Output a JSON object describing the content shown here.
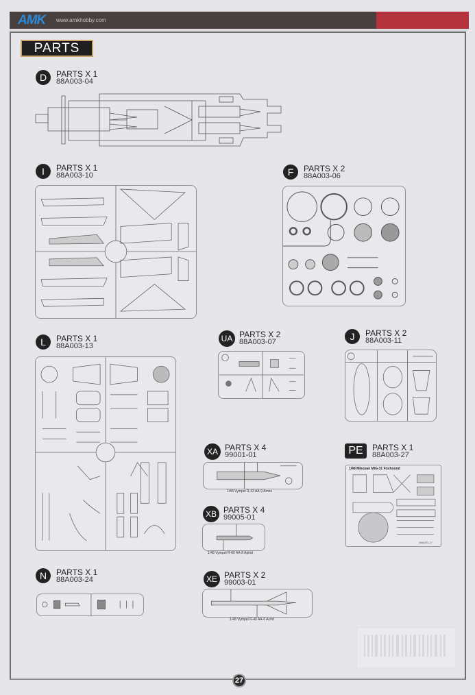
{
  "header": {
    "logo": "AMK",
    "url": "www.amkhobby.com",
    "colors": {
      "bar": "#47403f",
      "accent": "#b3323c",
      "logo": "#2b8ad8"
    }
  },
  "title": "PARTS",
  "sections": {
    "D": {
      "letter": "D",
      "count": "PARTS X 1",
      "code": "88A003-04"
    },
    "I": {
      "letter": "I",
      "count": "PARTS X 1",
      "code": "88A003-10"
    },
    "F": {
      "letter": "F",
      "count": "PARTS X 2",
      "code": "88A003-06"
    },
    "L": {
      "letter": "L",
      "count": "PARTS X 1",
      "code": "88A003-13"
    },
    "UA": {
      "letter": "UA",
      "count": "PARTS X 2",
      "code": "88A003-07"
    },
    "J": {
      "letter": "J",
      "count": "PARTS X 2",
      "code": "88A003-11"
    },
    "XA": {
      "letter": "XA",
      "count": "PARTS X 4",
      "code": "99001-01",
      "caption": "1/48 Vympel R-33 AA-9 Amos"
    },
    "XB": {
      "letter": "XB",
      "count": "PARTS X 4",
      "code": "99005-01",
      "caption": "1/48 Vympel R-60 AA-8 Aphid"
    },
    "PE": {
      "letter": "PE",
      "count": "PARTS X 1",
      "code": "88A003-27",
      "caption": "1/48 Mikoyan MiG-31 Foxhound",
      "fret_code": "88A003-27"
    },
    "N": {
      "letter": "N",
      "count": "PARTS X 1",
      "code": "88A003-24"
    },
    "XE": {
      "letter": "XE",
      "count": "PARTS X 2",
      "code": "99003-01",
      "caption": "1/48 Vympel R-40 AA-6 Acrid"
    }
  },
  "page_number": "27"
}
